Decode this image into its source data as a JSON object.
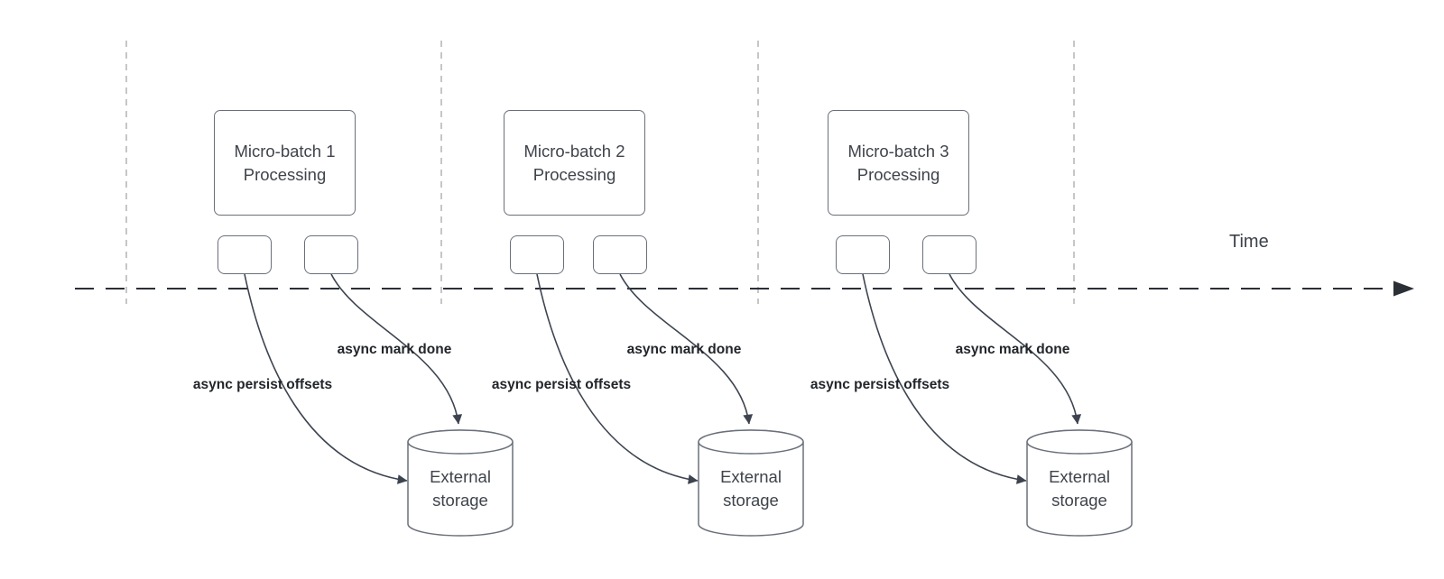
{
  "diagram": {
    "time_axis_label": "Time",
    "groups": [
      {
        "process_line1": "Micro-batch 1",
        "process_line2": "Processing",
        "persist_arrow_label": "async persist offsets",
        "mark_arrow_label": "async mark done",
        "storage_line1": "External",
        "storage_line2": "storage"
      },
      {
        "process_line1": "Micro-batch 2",
        "process_line2": "Processing",
        "persist_arrow_label": "async persist offsets",
        "mark_arrow_label": "async mark done",
        "storage_line1": "External",
        "storage_line2": "storage"
      },
      {
        "process_line1": "Micro-batch 3",
        "process_line2": "Processing",
        "persist_arrow_label": "async persist offsets",
        "mark_arrow_label": "async mark done",
        "storage_line1": "External",
        "storage_line2": "storage"
      }
    ],
    "colors": {
      "shape_stroke": "#6a707a",
      "arrow_stroke": "#3d4450",
      "axis_color": "#2b2f36",
      "guide_line_color": "#b3b3b3",
      "text_color": "#3f444b",
      "bold_label_color": "#22262b"
    }
  }
}
